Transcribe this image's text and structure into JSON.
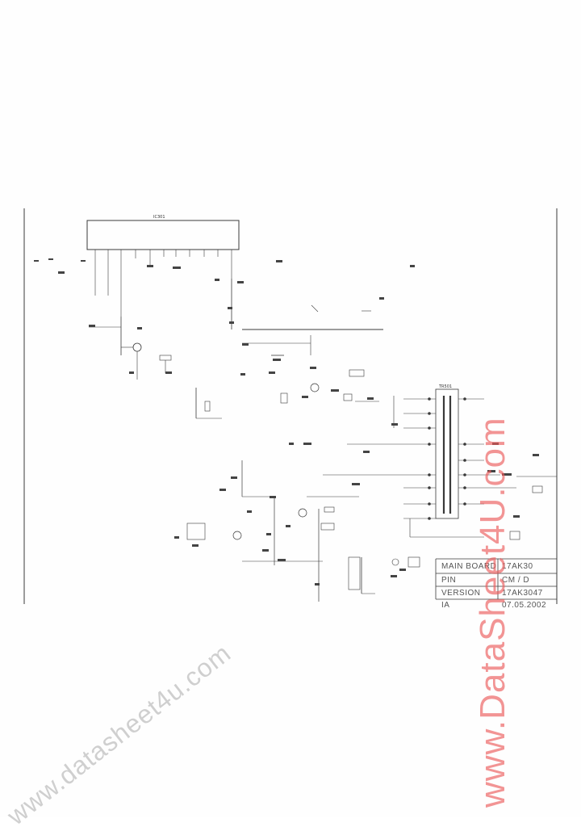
{
  "diagram": {
    "ic_label": "IC301",
    "transformer_label": "TR501",
    "info_block": {
      "rows": [
        {
          "left": "MAIN BOARD",
          "right": "17AK30"
        },
        {
          "left": "PIN",
          "right": "CM / D"
        },
        {
          "left": "VERSION",
          "right": "17AK3047"
        },
        {
          "left": "IA",
          "right": "07.05.2002"
        }
      ]
    }
  },
  "watermarks": {
    "red": "www.DataSheet4U.com",
    "grey": "www.datasheet4u.com"
  },
  "colors": {
    "line": "#3a3a3a",
    "watermark_red": "#eb5a5a",
    "watermark_grey": "#969696"
  }
}
